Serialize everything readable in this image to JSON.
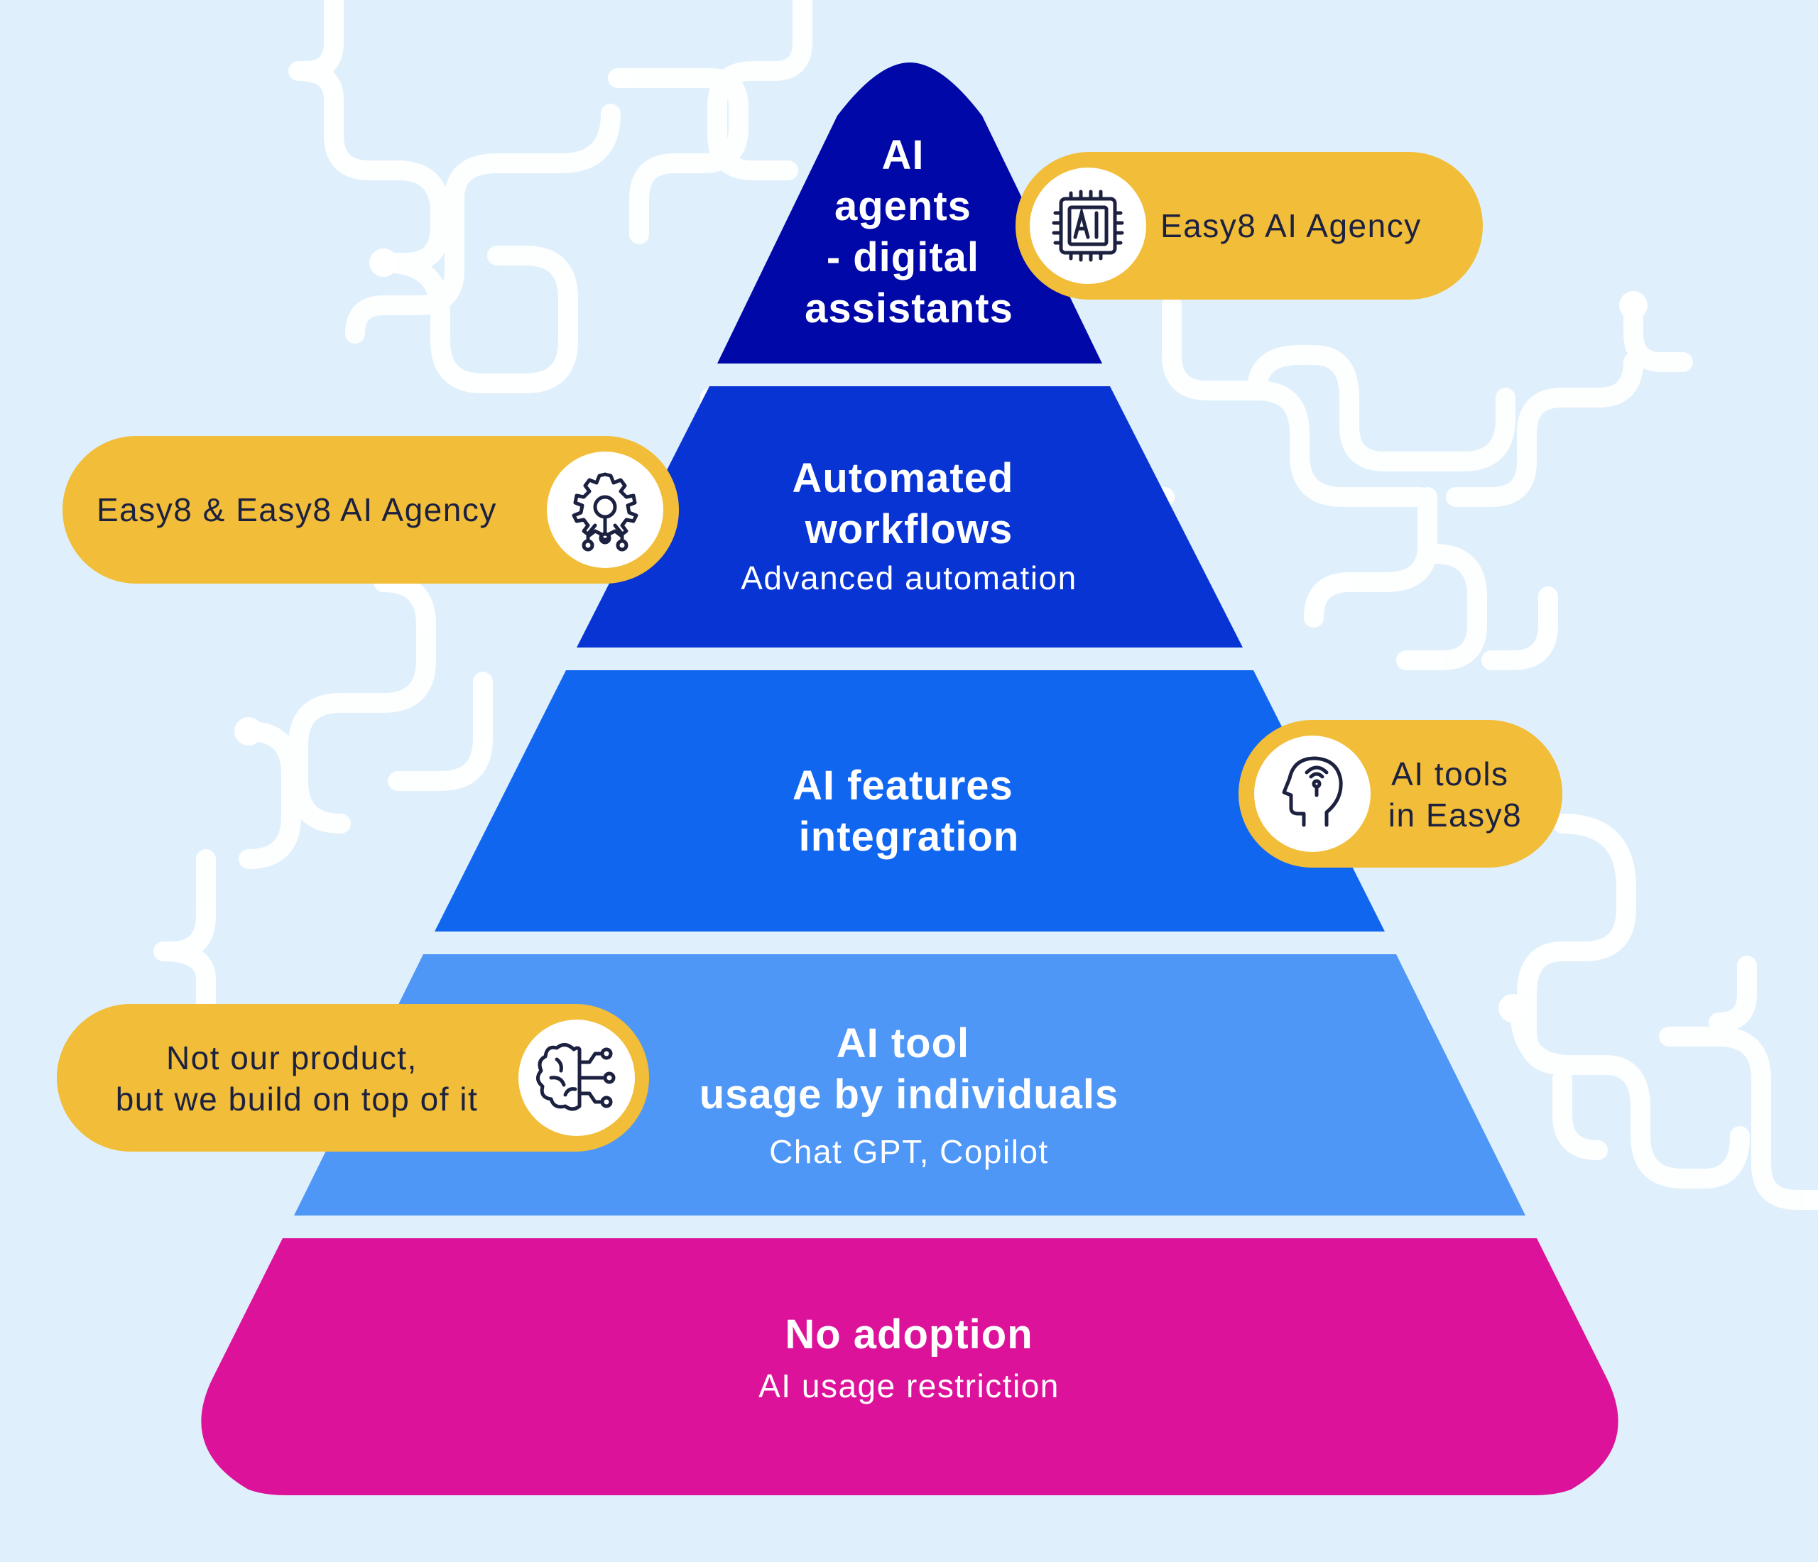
{
  "tiers": [
    {
      "title_lines": [
        "AI",
        "agents",
        "- digital",
        "assistants"
      ],
      "subtitle": "",
      "color": "#0008a8"
    },
    {
      "title_lines": [
        "Automated",
        "workflows"
      ],
      "subtitle": "Advanced automation",
      "color": "#0834d4"
    },
    {
      "title_lines": [
        "AI features",
        "integration"
      ],
      "subtitle": "",
      "color": "#1166f0"
    },
    {
      "title_lines": [
        "AI tool",
        "usage by individuals"
      ],
      "subtitle": "Chat GPT, Copilot",
      "color": "#4f97f6"
    },
    {
      "title_lines": [
        "No adoption"
      ],
      "subtitle": "AI usage restriction",
      "color": "#dc139a"
    }
  ],
  "callouts": [
    {
      "tier": 0,
      "side": "right",
      "text_lines": [
        "Easy8 AI Agency"
      ],
      "icon": "ai-chip-icon"
    },
    {
      "tier": 1,
      "side": "left",
      "text_lines": [
        "Easy8 & Easy8 AI Agency"
      ],
      "icon": "gear-network-icon"
    },
    {
      "tier": 2,
      "side": "right",
      "text_lines": [
        "AI tools",
        "in Easy8"
      ],
      "icon": "head-signal-icon"
    },
    {
      "tier": 3,
      "side": "left",
      "text_lines": [
        "Not our product,",
        "but we build on top of it"
      ],
      "icon": "brain-circuit-icon"
    }
  ],
  "colors": {
    "background": "#dff0fc",
    "pattern": "#ffffff",
    "callout_fill": "#f2bd38",
    "icon_stroke": "#1c2140",
    "gap": "#eef7fe"
  }
}
